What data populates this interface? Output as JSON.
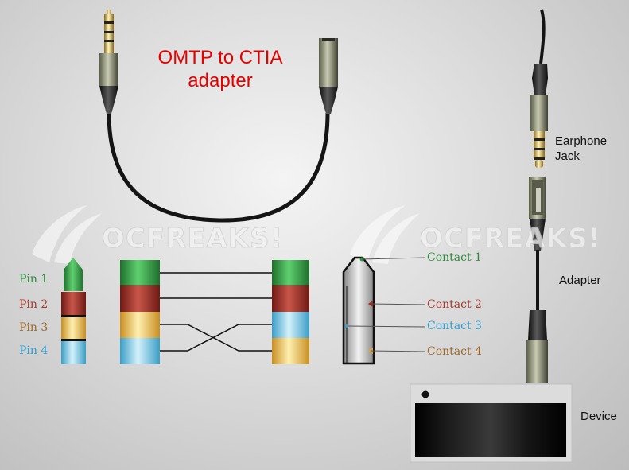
{
  "title": "OMTP to CTIA\nadapter",
  "watermark": "OCFREAKS!",
  "pins": [
    {
      "label": "Pin 1",
      "color": "#2e8b3e"
    },
    {
      "label": "Pin 2",
      "color": "#a83a2e"
    },
    {
      "label": "Pin 3",
      "color": "#a0682a"
    },
    {
      "label": "Pin 4",
      "color": "#2f9fcf"
    }
  ],
  "contacts": [
    {
      "label": "Contact 1",
      "color": "#2e8b3e"
    },
    {
      "label": "Contact 2",
      "color": "#a83a2e"
    },
    {
      "label": "Contact 3",
      "color": "#2f9fcf"
    },
    {
      "label": "Contact 4",
      "color": "#a0682a"
    }
  ],
  "right_labels": {
    "earphone_jack": "Earphone\nJack",
    "adapter": "Adapter",
    "device": "Device"
  },
  "colors": {
    "title": "#e60000",
    "ring_green": "#2e9a3e",
    "ring_red": "#a02a22",
    "ring_gold": "#e9b84a",
    "ring_blue": "#6ec6e6",
    "cable": "#1a1a1a",
    "metal_gold": "#d8b04c"
  }
}
